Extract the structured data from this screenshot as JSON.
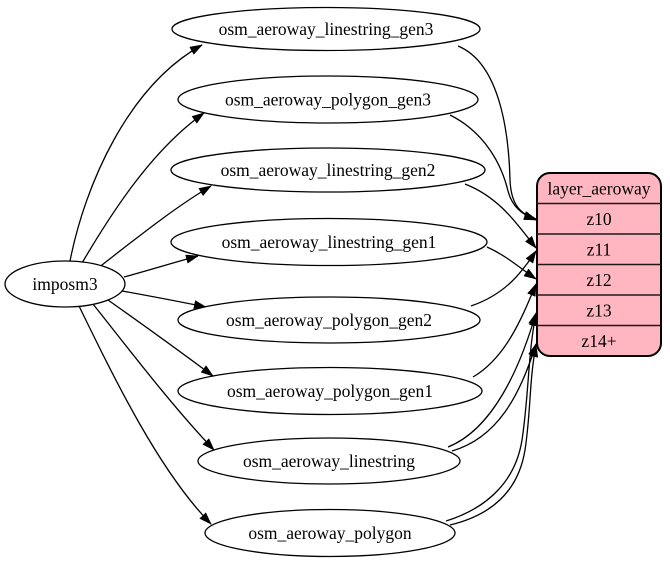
{
  "diagram": {
    "background_color": "#ffffff",
    "edge_color": "#000000",
    "source": {
      "label": "imposm3"
    },
    "tables": [
      {
        "label": "osm_aeroway_linestring_gen3"
      },
      {
        "label": "osm_aeroway_polygon_gen3"
      },
      {
        "label": "osm_aeroway_linestring_gen2"
      },
      {
        "label": "osm_aeroway_linestring_gen1"
      },
      {
        "label": "osm_aeroway_polygon_gen2"
      },
      {
        "label": "osm_aeroway_polygon_gen1"
      },
      {
        "label": "osm_aeroway_linestring"
      },
      {
        "label": "osm_aeroway_polygon"
      }
    ],
    "layer": {
      "title": "layer_aeroway",
      "fill_color": "#FFB6C1",
      "border_color": "#000000",
      "zoom_rows": [
        {
          "label": "z10"
        },
        {
          "label": "z11"
        },
        {
          "label": "z12"
        },
        {
          "label": "z13"
        },
        {
          "label": "z14+"
        }
      ]
    }
  }
}
